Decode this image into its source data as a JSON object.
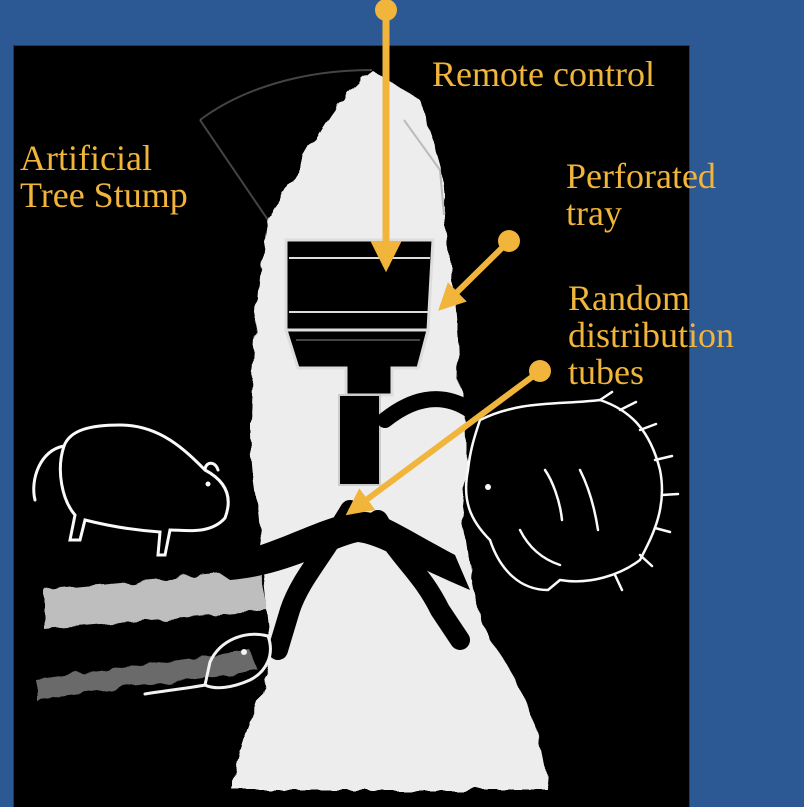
{
  "colors": {
    "background": "#2c5893",
    "panel": "#000000",
    "label_text": "#f0b53a",
    "arrow": "#f0b53a",
    "drawing": "#ffffff"
  },
  "labels": {
    "remote_control": "Remote control",
    "artificial_tree_stump": [
      "Artificial",
      "Tree Stump"
    ],
    "perforated_tray": [
      "Perforated",
      "tray"
    ],
    "random_distribution_tubes": [
      "Random",
      "distribution",
      "tubes"
    ]
  },
  "icons": [
    "rat-icon",
    "hedgehog-icon",
    "bird-head-icon"
  ]
}
